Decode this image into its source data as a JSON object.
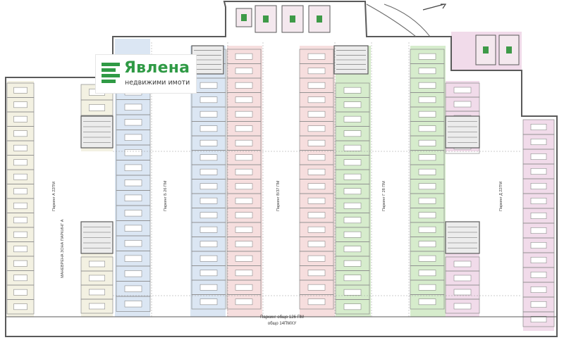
{
  "logo": {
    "title": "Явлена",
    "subtitle": "недвижими имоти",
    "color": "#2f9a45"
  },
  "plan": {
    "colors": {
      "zone_a": "#f3f1e2",
      "zone_b": "#dbe6f3",
      "zone_v": "#f6dede",
      "zone_g": "#d6eccc",
      "zone_d": "#f1dbea",
      "wall": "#5a5a5a",
      "line": "#8a8a8a"
    },
    "zone_labels": [
      "Паркинг А 22ПМ",
      "Паркинг Б 26 ПМ",
      "Паркинг В/37 ПМ",
      "Паркинг Г 28 ПМ",
      "Паркинг Д 22ПМ"
    ],
    "maneuver_label": "МАНЕВРЕНА ЗОНА ПАРКИНГ А",
    "footer_line1": "Паркинг общо 126 ПМ",
    "footer_line2": "общо 14ПМХУ"
  }
}
